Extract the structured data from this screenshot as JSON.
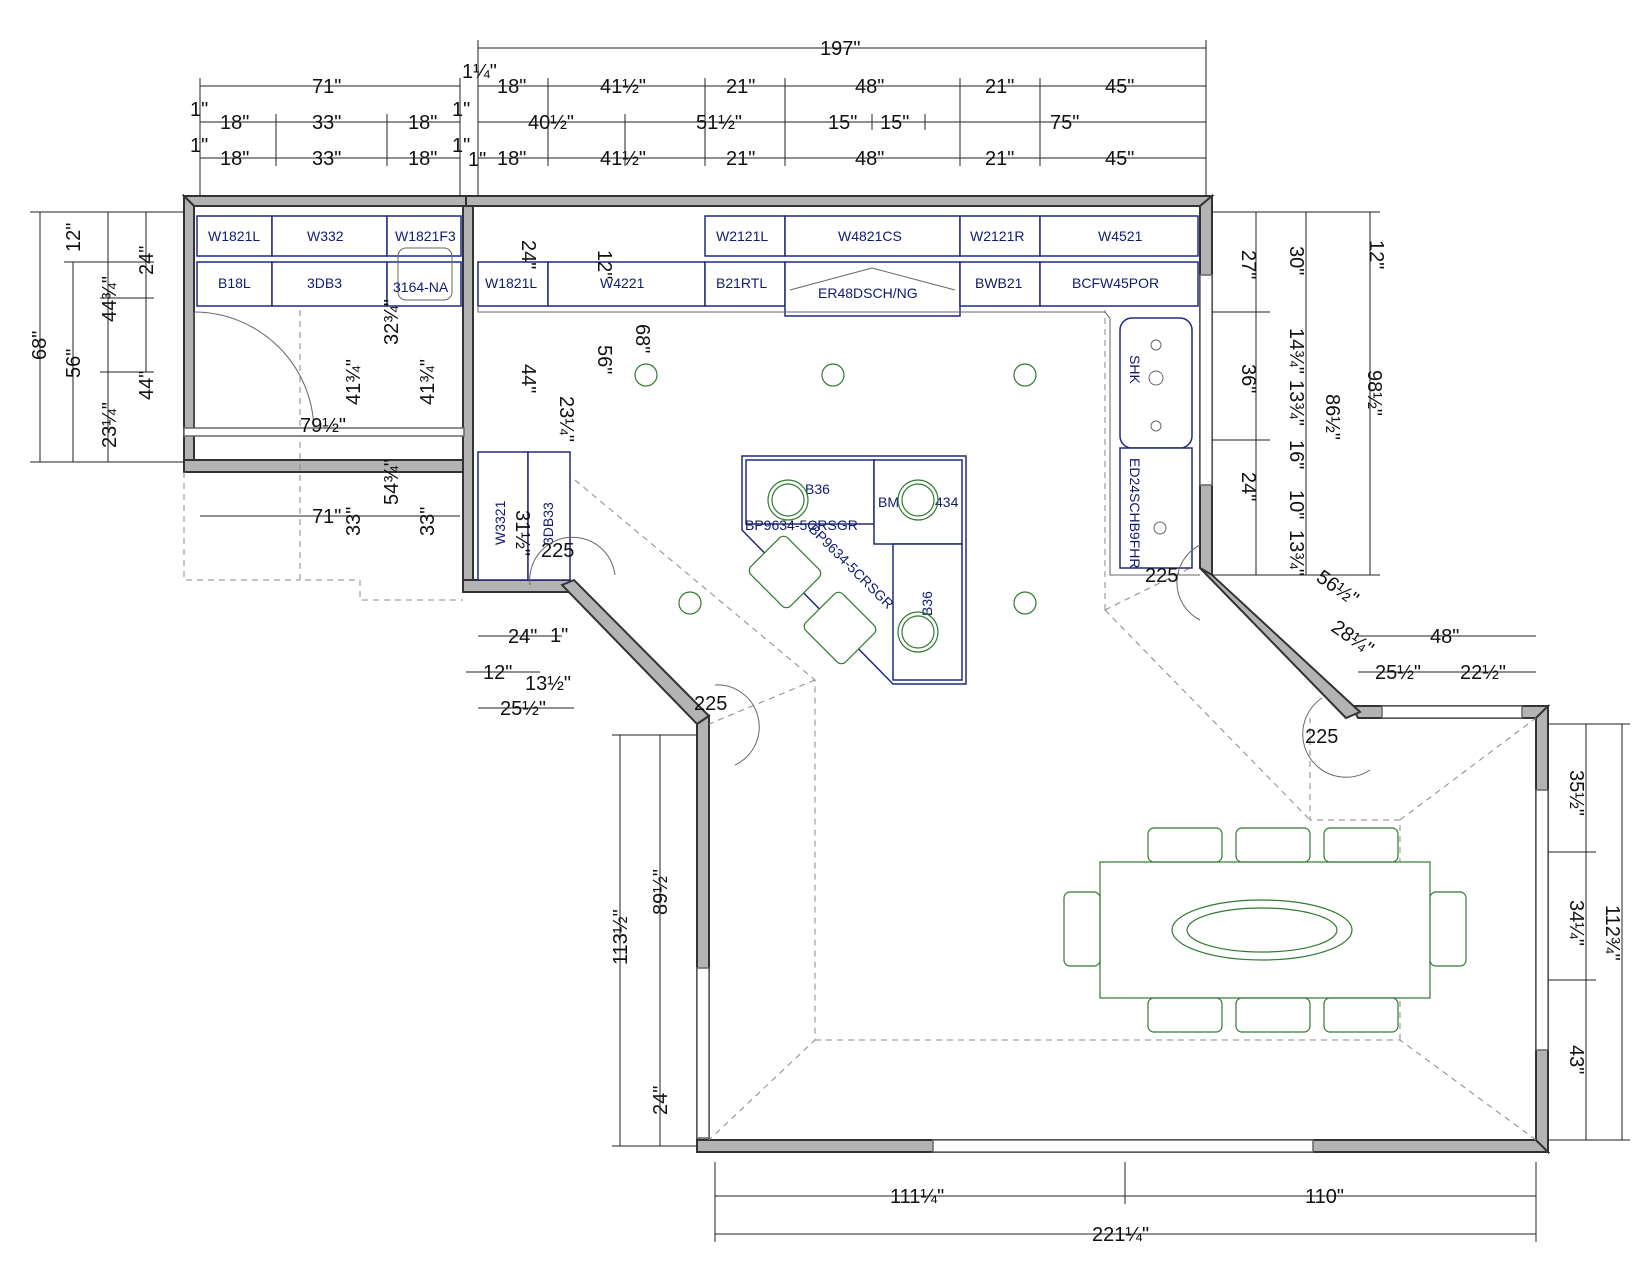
{
  "plan": {
    "cabinets": [
      {
        "id": "w1821l-a",
        "label": "W1821L"
      },
      {
        "id": "w3324",
        "label": "W332"
      },
      {
        "id": "w1821r-a",
        "label": "W1821F3"
      },
      {
        "id": "b18l",
        "label": "B18L"
      },
      {
        "id": "3db33-a",
        "label": "3DB3"
      },
      {
        "id": "sink-a",
        "label": "3164-NA"
      },
      {
        "id": "w1821l-b",
        "label": "W1821L"
      },
      {
        "id": "w4221",
        "label": "W4221"
      },
      {
        "id": "w2121l",
        "label": "W2121L"
      },
      {
        "id": "b21rtl",
        "label": "B21RTL"
      },
      {
        "id": "w4821cs",
        "label": "W4821CS"
      },
      {
        "id": "hood",
        "label": "ER48DSCH/NG"
      },
      {
        "id": "w2121r",
        "label": "W2121R"
      },
      {
        "id": "bwb21",
        "label": "BWB21"
      },
      {
        "id": "w4521",
        "label": "W4521"
      },
      {
        "id": "bcfw45por",
        "label": "BCFW45POR"
      },
      {
        "id": "w3321",
        "label": "W3321"
      },
      {
        "id": "3db33-b",
        "label": "3DB33"
      },
      {
        "id": "ed24",
        "label": "ED24SCHB9FHR"
      },
      {
        "id": "sink-b",
        "label": "SHK"
      },
      {
        "id": "b36-a",
        "label": "B36"
      },
      {
        "id": "bm34",
        "label": "BM"
      },
      {
        "id": "bm34-b",
        "label": "434"
      },
      {
        "id": "bp9634-a",
        "label": "BP9634-5CRSGR"
      },
      {
        "id": "bp9634-b",
        "label": "BP9634-5CRSGR"
      },
      {
        "id": "b36-b",
        "label": "B36"
      }
    ],
    "dimensions": [
      {
        "id": "d197",
        "text": "197\""
      },
      {
        "id": "d71-top",
        "text": "71\""
      },
      {
        "id": "d18-1",
        "text": "18\""
      },
      {
        "id": "d33-1",
        "text": "33\""
      },
      {
        "id": "d18-2",
        "text": "18\""
      },
      {
        "id": "d18-3",
        "text": "18\""
      },
      {
        "id": "d33-2",
        "text": "33\""
      },
      {
        "id": "d18-4",
        "text": "18\""
      },
      {
        "id": "d18-5",
        "text": "18\""
      },
      {
        "id": "d41h-1",
        "text": "41½\""
      },
      {
        "id": "d21-1",
        "text": "21\""
      },
      {
        "id": "d48-1",
        "text": "48\""
      },
      {
        "id": "d21-2",
        "text": "21\""
      },
      {
        "id": "d45-1",
        "text": "45\""
      },
      {
        "id": "d40h",
        "text": "40½\""
      },
      {
        "id": "d51h",
        "text": "51½\""
      },
      {
        "id": "d15a",
        "text": "15\""
      },
      {
        "id": "d15b",
        "text": "15\""
      },
      {
        "id": "d75",
        "text": "75\""
      },
      {
        "id": "d18-6",
        "text": "18\""
      },
      {
        "id": "d41h-2",
        "text": "41½\""
      },
      {
        "id": "d21-3",
        "text": "21\""
      },
      {
        "id": "d48-2",
        "text": "48\""
      },
      {
        "id": "d21-4",
        "text": "21\""
      },
      {
        "id": "d45-2",
        "text": "45\""
      },
      {
        "id": "d68",
        "text": "68\""
      },
      {
        "id": "d56-l",
        "text": "56\""
      },
      {
        "id": "d12-l",
        "text": "12\""
      },
      {
        "id": "d24-l",
        "text": "24\""
      },
      {
        "id": "d44q",
        "text": "44¾\""
      },
      {
        "id": "d44-l",
        "text": "44\""
      },
      {
        "id": "d23q",
        "text": "23¼\""
      },
      {
        "id": "d71-mid",
        "text": "71\""
      },
      {
        "id": "d33-v1",
        "text": "33\""
      },
      {
        "id": "d33-v2",
        "text": "33\""
      },
      {
        "id": "d54q",
        "text": "54¾\""
      },
      {
        "id": "d79h",
        "text": "79½\""
      },
      {
        "id": "d41q-a",
        "text": "41¾\""
      },
      {
        "id": "d41q-b",
        "text": "41¾\""
      },
      {
        "id": "d32q",
        "text": "32¾\""
      },
      {
        "id": "d12-c",
        "text": "12\""
      },
      {
        "id": "d24-c",
        "text": "24\""
      },
      {
        "id": "d44-c",
        "text": "44\""
      },
      {
        "id": "d23q-c",
        "text": "23¼\""
      },
      {
        "id": "d56-c",
        "text": "56\""
      },
      {
        "id": "d68-c",
        "text": "68\""
      },
      {
        "id": "d31h",
        "text": "31½\""
      },
      {
        "id": "d24-p",
        "text": "24\""
      },
      {
        "id": "d12-p",
        "text": "12\""
      },
      {
        "id": "d13h",
        "text": "13½\""
      },
      {
        "id": "d25h-p",
        "text": "25½\""
      },
      {
        "id": "d113h",
        "text": "113½\""
      },
      {
        "id": "d89h",
        "text": "89½\""
      },
      {
        "id": "d24-b",
        "text": "24\""
      },
      {
        "id": "d111q",
        "text": "111¼\""
      },
      {
        "id": "d110",
        "text": "110\""
      },
      {
        "id": "d221q",
        "text": "221¼\""
      },
      {
        "id": "d12-r",
        "text": "12\""
      },
      {
        "id": "d27",
        "text": "27\""
      },
      {
        "id": "d30",
        "text": "30\""
      },
      {
        "id": "d36",
        "text": "36\""
      },
      {
        "id": "d24-r",
        "text": "24\""
      },
      {
        "id": "d14q",
        "text": "14¾\""
      },
      {
        "id": "d13q-a",
        "text": "13¾\""
      },
      {
        "id": "d16",
        "text": "16\""
      },
      {
        "id": "d10",
        "text": "10\""
      },
      {
        "id": "d13q-b",
        "text": "13¾\""
      },
      {
        "id": "d86h",
        "text": "86½\""
      },
      {
        "id": "d98h",
        "text": "98½\""
      },
      {
        "id": "d56h",
        "text": "56½\""
      },
      {
        "id": "d28q",
        "text": "28¼\""
      },
      {
        "id": "d48-r",
        "text": "48\""
      },
      {
        "id": "d25h-r",
        "text": "25½\""
      },
      {
        "id": "d22h",
        "text": "22½\""
      },
      {
        "id": "d35h",
        "text": "35½\""
      },
      {
        "id": "d34q",
        "text": "34¼\""
      },
      {
        "id": "d43",
        "text": "43\""
      },
      {
        "id": "d112q",
        "text": "112¾\""
      },
      {
        "id": "d1-a",
        "text": "1\""
      },
      {
        "id": "d1-b",
        "text": "1\""
      },
      {
        "id": "d1-c",
        "text": "1\""
      },
      {
        "id": "d1-d",
        "text": "1\""
      },
      {
        "id": "d1q",
        "text": "1¼\""
      },
      {
        "id": "d1-e",
        "text": "1\""
      },
      {
        "id": "d1-f",
        "text": "1\""
      }
    ],
    "angles": [
      {
        "id": "a225-1",
        "text": "225"
      },
      {
        "id": "a225-2",
        "text": "225"
      },
      {
        "id": "a225-3",
        "text": "225"
      },
      {
        "id": "a225-4",
        "text": "225"
      }
    ],
    "colors": {
      "wall": "#b3b3b3",
      "cabinet_line": "#1f2a80",
      "furniture": "#2f7a2f",
      "dimension": "#222222"
    }
  }
}
